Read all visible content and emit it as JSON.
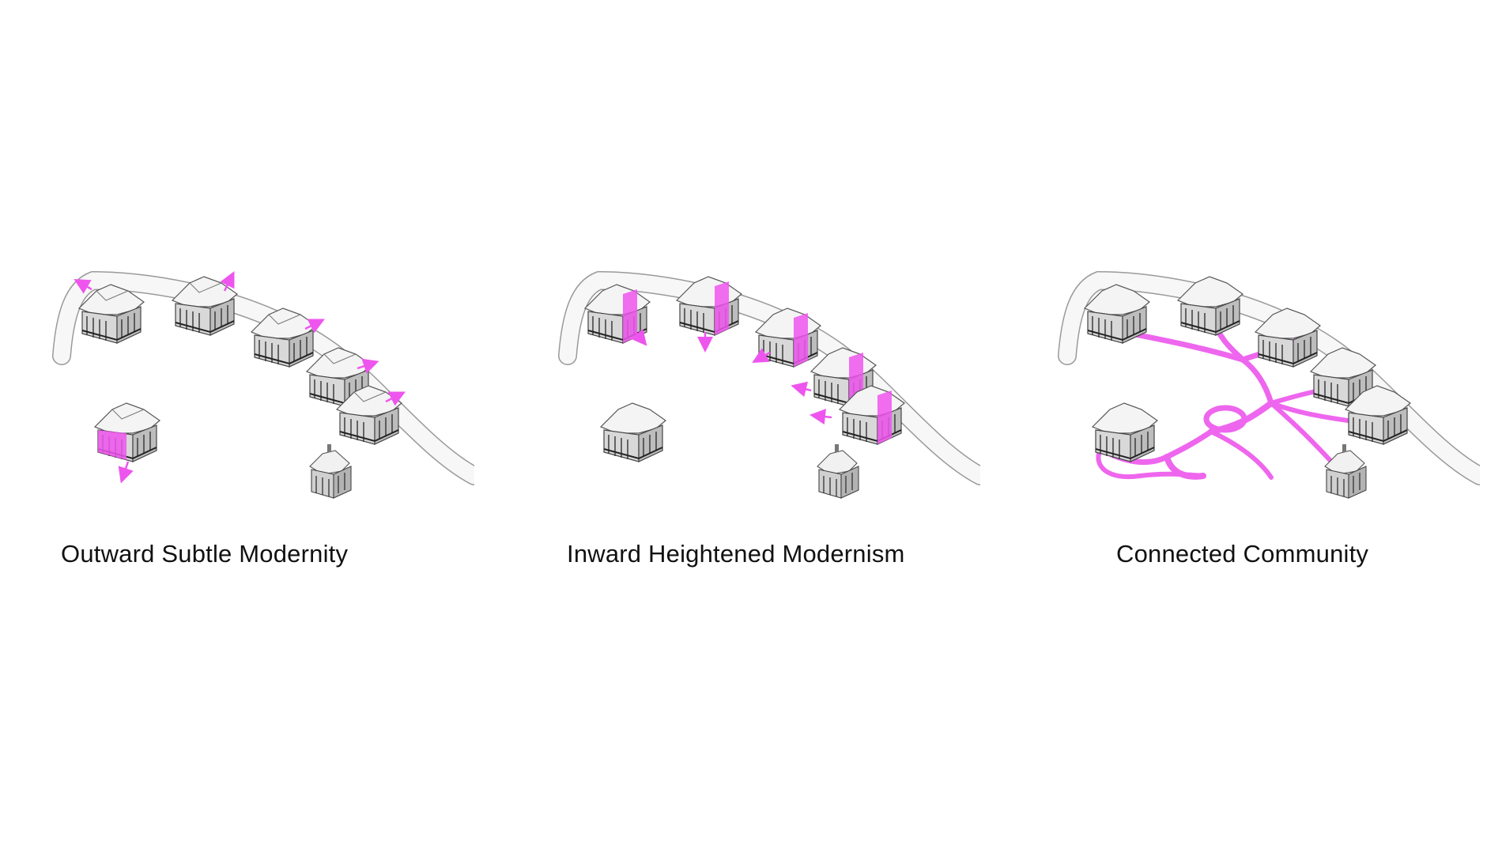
{
  "accent_color": "#ee55ee",
  "panels": [
    {
      "caption": "Outward Subtle Modernity",
      "concept": "outward-arrows"
    },
    {
      "caption": "Inward Heightened Modernism",
      "concept": "inward-arrows"
    },
    {
      "caption": "Connected Community",
      "concept": "connecting-paths"
    }
  ]
}
